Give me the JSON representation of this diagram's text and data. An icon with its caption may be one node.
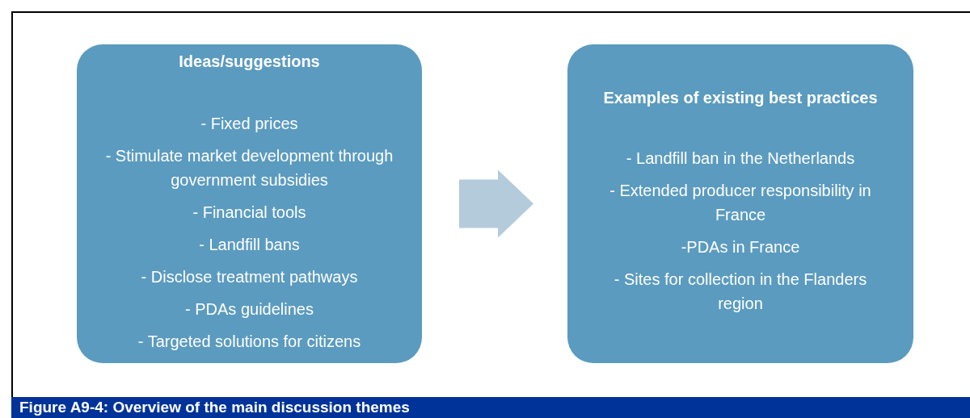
{
  "diagram": {
    "caption": "Figure A9-4:  Overview of the main discussion themes",
    "nodes": [
      {
        "text": [
          "Ideas/suggestions",
          "- Fixed prices",
          "- Stimulate market development through government subsidies",
          "- Financial tools",
          "- Landfill bans",
          "- Disclose treatment pathways",
          "- PDAs guidelines",
          "- Targeted solutions for citizens"
        ]
      },
      {
        "text": [
          "Examples of existing best practices",
          "- Landfill ban in the Netherlands",
          "- Extended producer responsibility in France",
          "-PDAs in France",
          "- Sites for collection in the Flanders region"
        ]
      }
    ],
    "edges": [
      {
        "from": 0,
        "to": 1,
        "arrow": "to"
      }
    ]
  }
}
